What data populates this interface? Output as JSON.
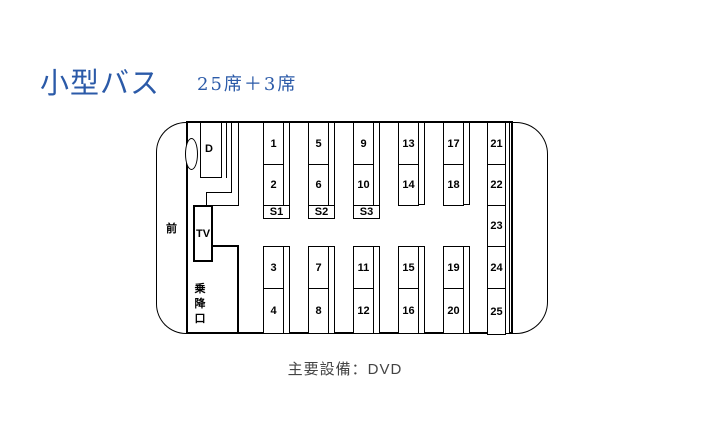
{
  "header": {
    "title": "小型バス",
    "subtitle": "25席＋3席"
  },
  "layout": {
    "front_label": "前",
    "driver_label": "D",
    "tv_label": "TV",
    "door_label": [
      "乗",
      "降",
      "口"
    ],
    "seat_columns": [
      {
        "top": [
          "1",
          "2"
        ],
        "aux": "S1",
        "bottom": [
          "3",
          "4"
        ]
      },
      {
        "top": [
          "5",
          "6"
        ],
        "aux": "S2",
        "bottom": [
          "7",
          "8"
        ]
      },
      {
        "top": [
          "9",
          "10"
        ],
        "aux": "S3",
        "bottom": [
          "11",
          "12"
        ]
      },
      {
        "top": [
          "13",
          "14"
        ],
        "aux": null,
        "bottom": [
          "15",
          "16"
        ]
      },
      {
        "top": [
          "17",
          "18"
        ],
        "aux": null,
        "bottom": [
          "19",
          "20"
        ]
      }
    ],
    "rear_row": [
      "21",
      "22",
      "23",
      "24",
      "25"
    ]
  },
  "footer": {
    "caption": "主要設備：DVD"
  },
  "colors": {
    "title": "#2b5aa8",
    "caption": "#444444"
  }
}
